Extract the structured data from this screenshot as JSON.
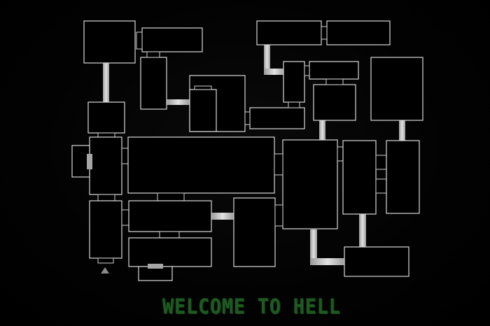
{
  "screen": {
    "caption": "WELCOME TO HELL",
    "caption_color": "#1f5a22",
    "background_color": "#000000",
    "room_outline_color": "#d8d8d8",
    "hallway_color": "#bfbfbf"
  },
  "map": {
    "rooms": [
      "room-a",
      "room-b",
      "room-c",
      "room-d",
      "room-e",
      "room-f",
      "room-g",
      "room-h",
      "room-i",
      "room-j",
      "room-k",
      "room-l",
      "room-m",
      "room-n",
      "room-o",
      "room-p",
      "room-q",
      "room-r",
      "room-s",
      "room-t",
      "room-u",
      "room-v",
      "room-w",
      "room-x",
      "room-y",
      "room-z"
    ],
    "player_marker_icon": "triangle-up-icon"
  }
}
